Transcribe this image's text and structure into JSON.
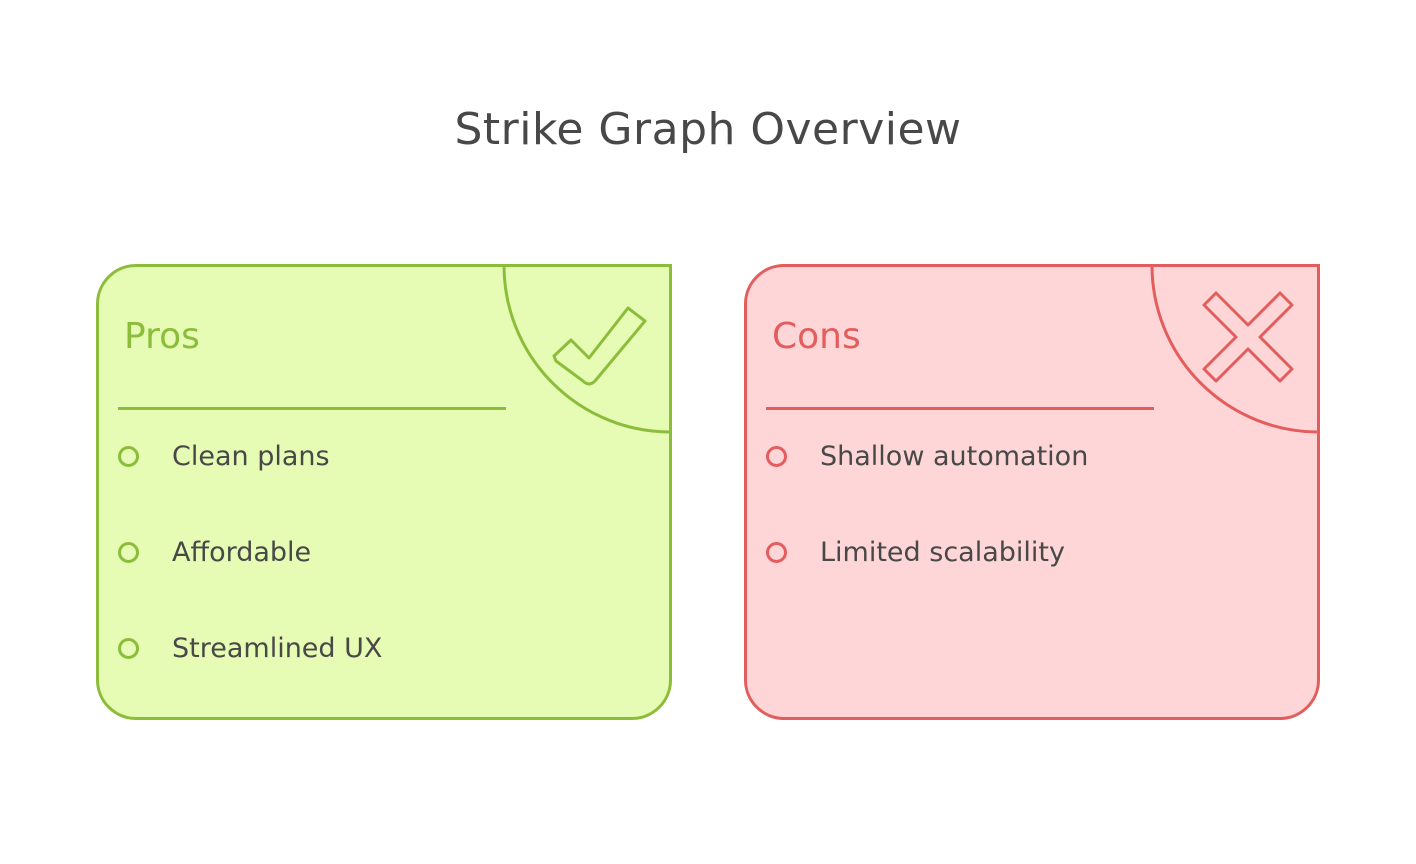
{
  "title": "Strike Graph Overview",
  "colors": {
    "pros_stroke": "#8cbd3a",
    "pros_fill": "#e6fbb3",
    "cons_stroke": "#e35d5d",
    "cons_fill": "#fed6d7",
    "text": "#484848"
  },
  "pros": {
    "heading": "Pros",
    "icon": "check-icon",
    "items": [
      "Clean plans",
      "Affordable",
      "Streamlined UX"
    ]
  },
  "cons": {
    "heading": "Cons",
    "icon": "x-icon",
    "items": [
      "Shallow automation",
      "Limited scalability"
    ]
  }
}
